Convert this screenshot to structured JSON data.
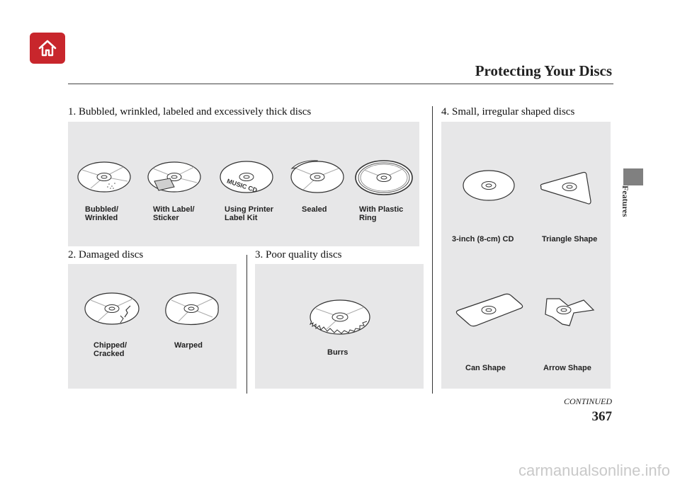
{
  "header": {
    "title": "Protecting Your Discs",
    "home_icon": "home-icon",
    "accent": "#c8262c"
  },
  "side_tab": {
    "label": "Features",
    "color": "#808080"
  },
  "sections": [
    {
      "heading": "1. Bubbled, wrinkled, labeled and excessively thick discs",
      "items": [
        "Bubbled/\nWrinkled",
        "With Label/\nSticker",
        "Using Printer\nLabel Kit",
        "Sealed",
        "With Plastic\nRing"
      ],
      "printed_label": "MUSIC CD"
    },
    {
      "heading": "2. Damaged discs",
      "items": [
        "Chipped/\nCracked",
        "Warped"
      ]
    },
    {
      "heading": "3. Poor quality discs",
      "items": [
        "Burrs"
      ]
    },
    {
      "heading": "4. Small, irregular shaped discs",
      "items": [
        "3-inch (8-cm) CD",
        "Triangle Shape",
        "Can Shape",
        "Arrow Shape"
      ]
    }
  ],
  "footer": {
    "continued": "CONTINUED",
    "page_number": "367"
  },
  "watermark": "carmanualsonline.info"
}
